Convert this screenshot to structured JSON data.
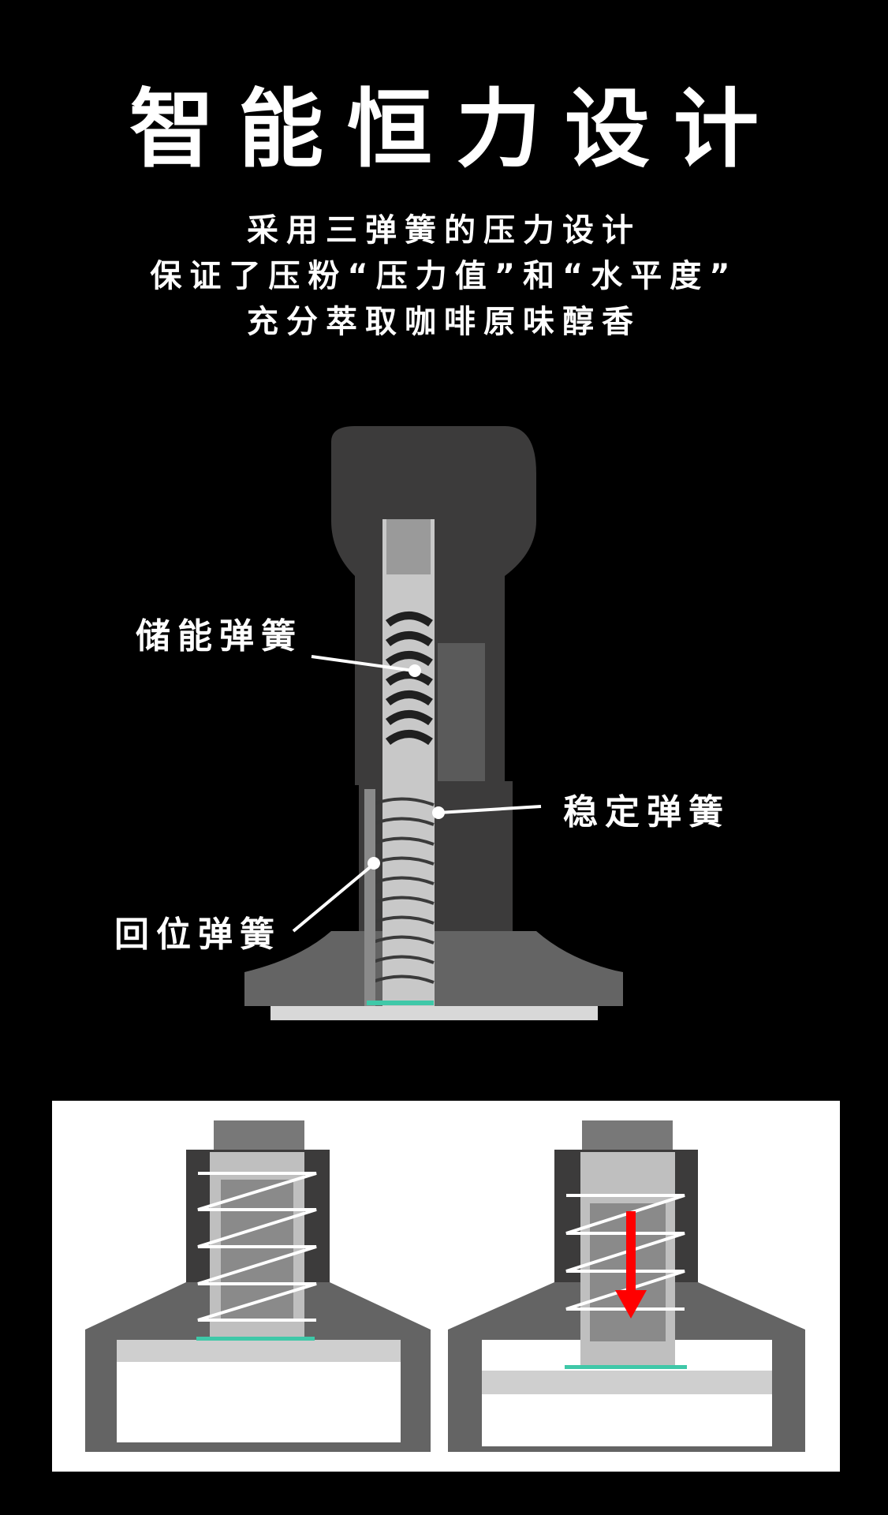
{
  "header": {
    "title": "智能恒力设计",
    "subtitle_lines": [
      "采用三弹簧的压力设计",
      "保证了压粉“压力值”和“水平度”",
      "充分萃取咖啡原味醇香"
    ]
  },
  "callouts": {
    "storage_spring": "储能弹簧",
    "stabilizer_spring": "稳定弹簧",
    "return_spring": "回位弹簧"
  },
  "colors": {
    "background": "#000000",
    "body_dark": "#3c3b3b",
    "body_mid": "#646464",
    "base_plate": "#d8d8d8",
    "accent_teal": "#3fc8a8",
    "arrow_red": "#ff0000"
  },
  "icons": {
    "pressure_arrow": "arrow-down-icon"
  }
}
